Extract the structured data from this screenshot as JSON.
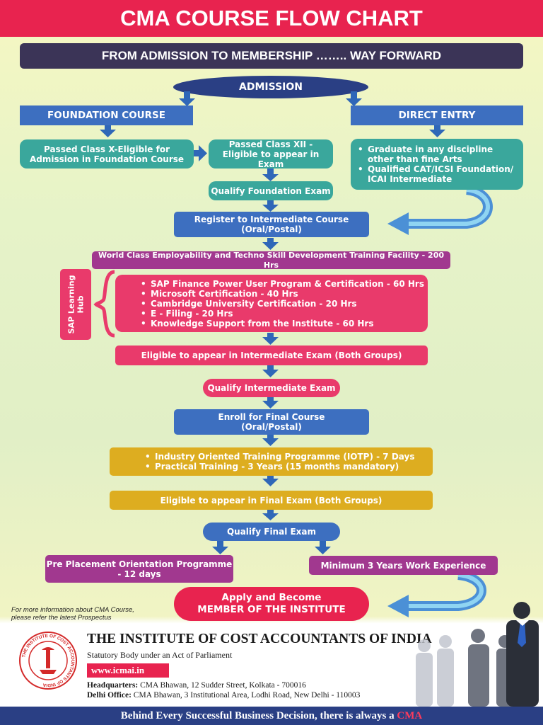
{
  "title": "CMA COURSE FLOW CHART",
  "subtitle": "FROM ADMISSION TO MEMBERSHIP …….. WAY FORWARD",
  "admission": "ADMISSION",
  "foundation_course": "FOUNDATION COURSE",
  "direct_entry": "DIRECT ENTRY",
  "passed_class_x": [
    "Passed Class X-Eligible for",
    "Admission in Foundation Course"
  ],
  "passed_class_xii": [
    "Passed Class XII -",
    "Eligible to appear in Exam"
  ],
  "direct_entry_items": [
    "Graduate in any discipline other than fine Arts",
    "Qualified CAT/ICSI Foundation/ ICAI Intermediate"
  ],
  "qualify_foundation": "Qualify Foundation Exam",
  "register_intermediate": [
    "Register to Intermediate Course",
    "(Oral/Postal)"
  ],
  "training_facility": "World Class Employability and Techno Skill Development Training Facility - 200 Hrs",
  "sap_hub": [
    "SAP Learning",
    "Hub"
  ],
  "sap_items": [
    "SAP Finance Power User Program & Certification - 60 Hrs",
    "Microsoft Certification - 40 Hrs",
    "Cambridge University Certification - 20 Hrs",
    "E - Filing - 20 Hrs",
    "Knowledge Support from the Institute - 60 Hrs"
  ],
  "eligible_intermediate": "Eligible to appear in Intermediate Exam (Both Groups)",
  "qualify_intermediate": "Qualify Intermediate Exam",
  "enroll_final": [
    "Enroll for Final Course",
    "(Oral/Postal)"
  ],
  "final_training_items": [
    "Industry Oriented Training Programme (IOTP) - 7 Days",
    "Practical Training - 3 Years (15 months mandatory)"
  ],
  "eligible_final": "Eligible to appear in Final Exam (Both Groups)",
  "qualify_final": "Qualify Final Exam",
  "pre_placement": [
    "Pre Placement Orientation Programme",
    "- 12 days"
  ],
  "work_experience": "Minimum 3 Years Work Experience",
  "apply_member": [
    "Apply and Become",
    "MEMBER OF THE INSTITUTE"
  ],
  "more_info": [
    "For more information about CMA Course,",
    "please refer the latest Prospectus"
  ],
  "institute_name": "THE INSTITUTE OF COST ACCOUNTANTS OF INDIA",
  "statutory": "Statutory Body under an Act of Parliament",
  "website": "www.icmai.in",
  "hq_label": "Headquarters:",
  "hq_address": "CMA Bhawan, 12 Sudder Street, Kolkata - 700016",
  "delhi_label": "Delhi Office:",
  "delhi_address": "CMA Bhawan, 3 Institutional Area, Lodhi Road, New Delhi - 110003",
  "tagline_main": "Behind Every Successful Business Decision, there is always a",
  "tagline_cma": "CMA",
  "logo_ring_text": "THE INSTITUTE OF COST ACCOUNTANTS OF INDIA",
  "colors": {
    "header_red": "#e8234f",
    "navy": "#2a3f84",
    "teal": "#3aa79c",
    "blue": "#3d6fc0",
    "pink": "#e93a6b",
    "magenta": "#a1388f",
    "gold": "#ddad20"
  }
}
